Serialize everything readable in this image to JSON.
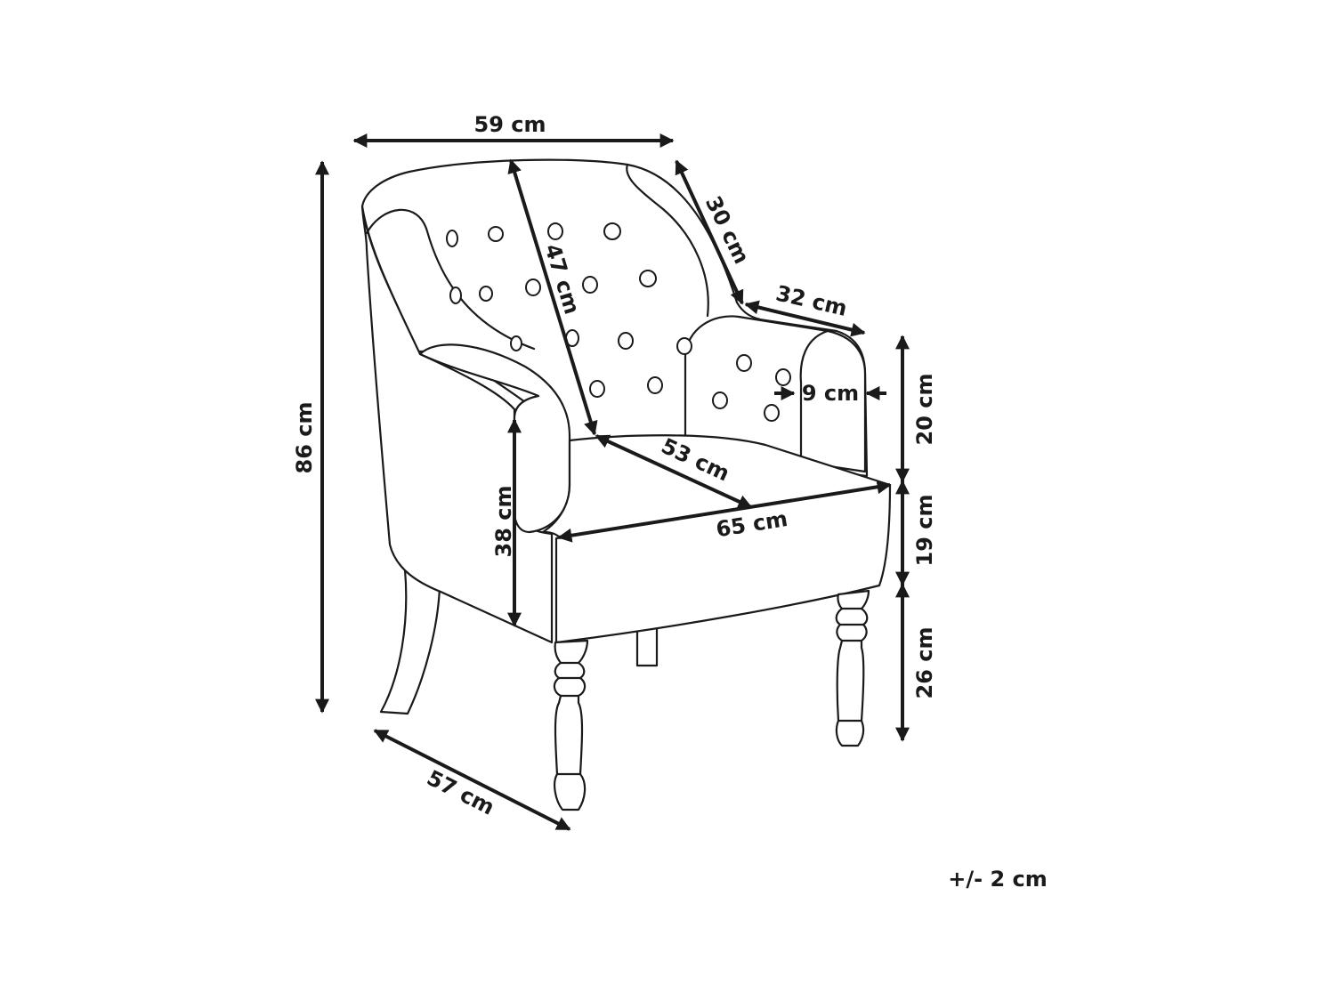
{
  "dimensions": {
    "top_width": "59 cm",
    "back_depth": "30 cm",
    "armrest_length": "32 cm",
    "armrest_width": "9 cm",
    "backrest_height": "47 cm",
    "total_height": "86 cm",
    "seat_depth": "53 cm",
    "seat_width": "65 cm",
    "seat_height": "38 cm",
    "armrest_height": "20 cm",
    "seat_thickness": "19 cm",
    "leg_height": "26 cm",
    "total_depth": "57 cm"
  },
  "tolerance": "+/- 2 cm",
  "colors": {
    "line": "#1a1a1a",
    "background": "#ffffff"
  }
}
